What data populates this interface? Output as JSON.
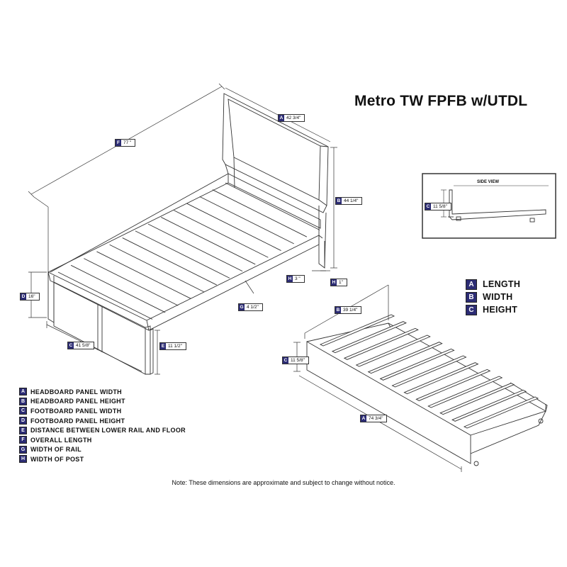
{
  "title": "Metro TW FPFB w/UTDL",
  "side_view": {
    "title": "SIDE VIEW",
    "height": "11 5/8\""
  },
  "dimension_labels": [
    {
      "key": "A",
      "value": "42 3/4\""
    },
    {
      "key": "F",
      "value": "77 \""
    },
    {
      "key": "B",
      "value": "44 1/4\""
    },
    {
      "key": "H",
      "value": "3 \""
    },
    {
      "key": "H",
      "value": "1\""
    },
    {
      "key": "D",
      "value": "16\""
    },
    {
      "key": "G",
      "value": "4 1/2\""
    },
    {
      "key": "C",
      "value": "41 5/8\""
    },
    {
      "key": "E",
      "value": "11 1/2\""
    },
    {
      "key": "B",
      "value": "39 1/4\""
    },
    {
      "key": "C",
      "value": "11 5/8\""
    },
    {
      "key": "A",
      "value": "74 3/4\""
    }
  ],
  "axis_legend": [
    {
      "key": "A",
      "label": "LENGTH"
    },
    {
      "key": "B",
      "label": "WIDTH"
    },
    {
      "key": "C",
      "label": "HEIGHT"
    }
  ],
  "dimension_legend": [
    {
      "key": "A",
      "label": "HEADBOARD PANEL WIDTH"
    },
    {
      "key": "B",
      "label": "HEADBOARD PANEL HEIGHT"
    },
    {
      "key": "C",
      "label": "FOOTBOARD PANEL WIDTH"
    },
    {
      "key": "D",
      "label": "FOOTBOARD PANEL HEIGHT"
    },
    {
      "key": "E",
      "label": "DISTANCE BETWEEN LOWER RAIL AND FLOOR"
    },
    {
      "key": "F",
      "label": "OVERALL LENGTH"
    },
    {
      "key": "G",
      "label": "WIDTH OF RAIL"
    },
    {
      "key": "H",
      "label": "WIDTH OF POST"
    }
  ],
  "note": "Note: These dimensions are approximate and subject to change without notice."
}
